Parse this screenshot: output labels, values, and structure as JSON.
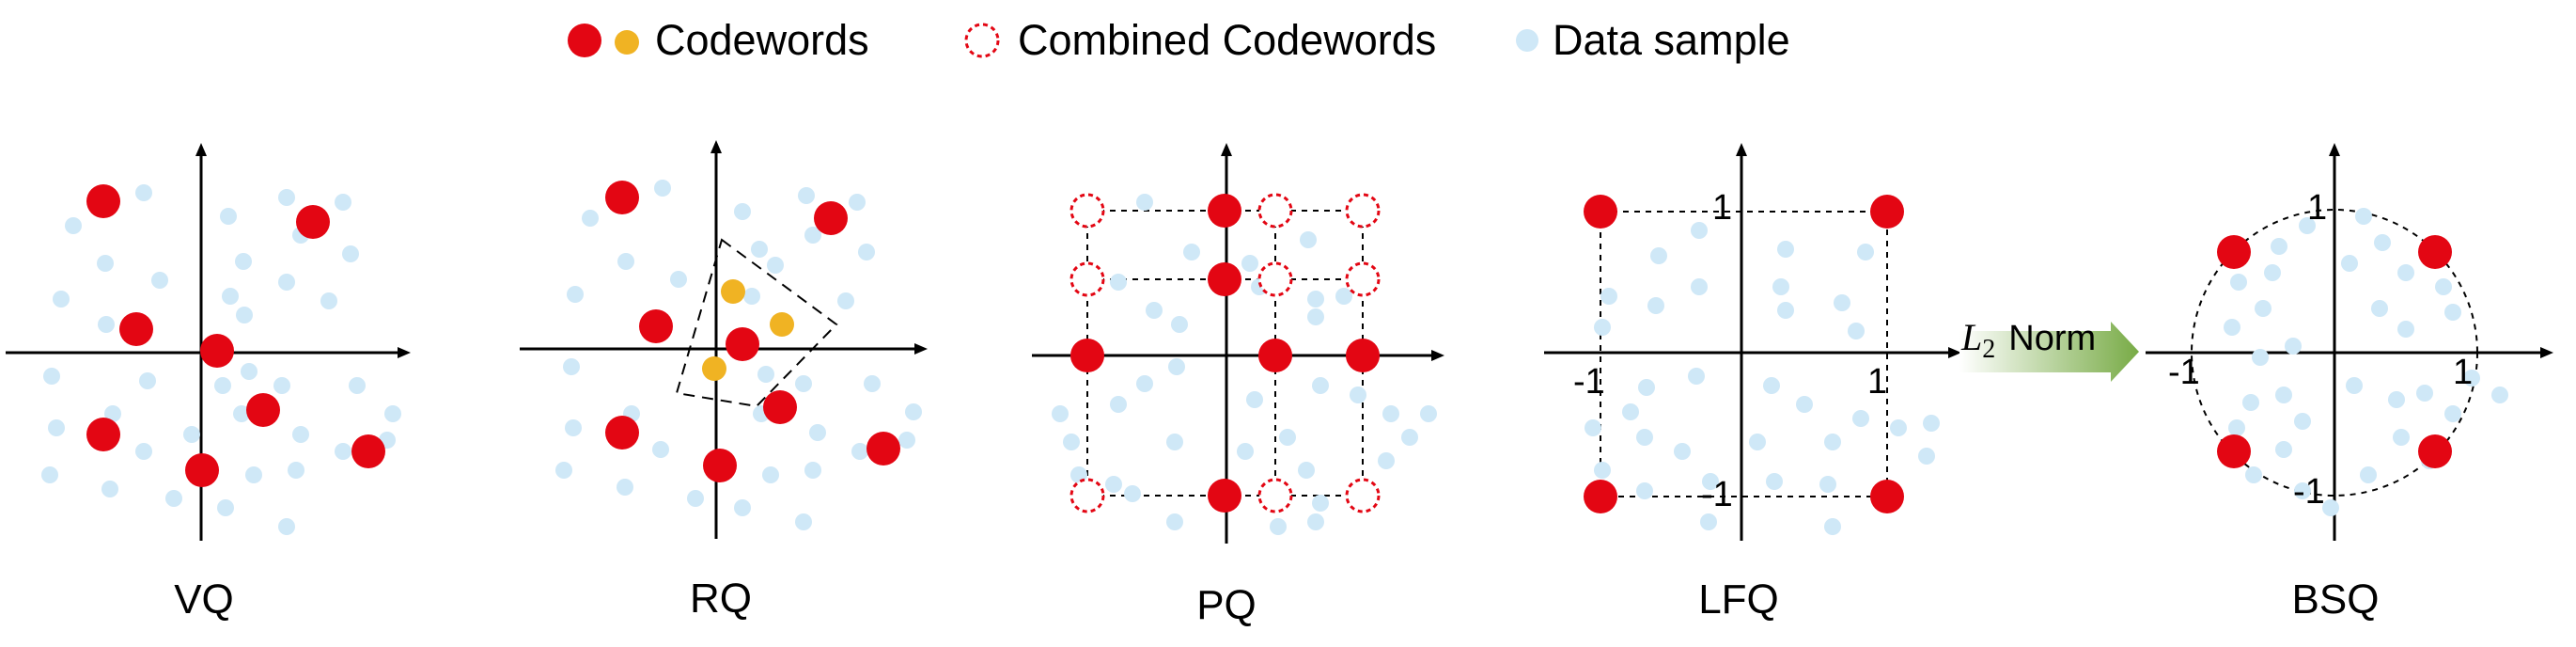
{
  "legend": {
    "codewords": "Codewords",
    "combined_codewords": "Combined Codewords",
    "data_sample": "Data sample"
  },
  "panels": {
    "vq": "VQ",
    "rq": "RQ",
    "pq": "PQ",
    "lfq": "LFQ",
    "bsq": "BSQ"
  },
  "ticks": {
    "pos_one": "1",
    "neg_one": "-1"
  },
  "arrow": {
    "variable": "L",
    "subscript": "2",
    "text": "Norm"
  },
  "colors": {
    "codeword": "#e30613",
    "residual_codeword": "#f0b323",
    "combined_codeword_ring": "#e30613",
    "data_sample": "#cfe8f7",
    "arrow_start": "#ffffff",
    "arrow_end": "#78ab46"
  }
}
